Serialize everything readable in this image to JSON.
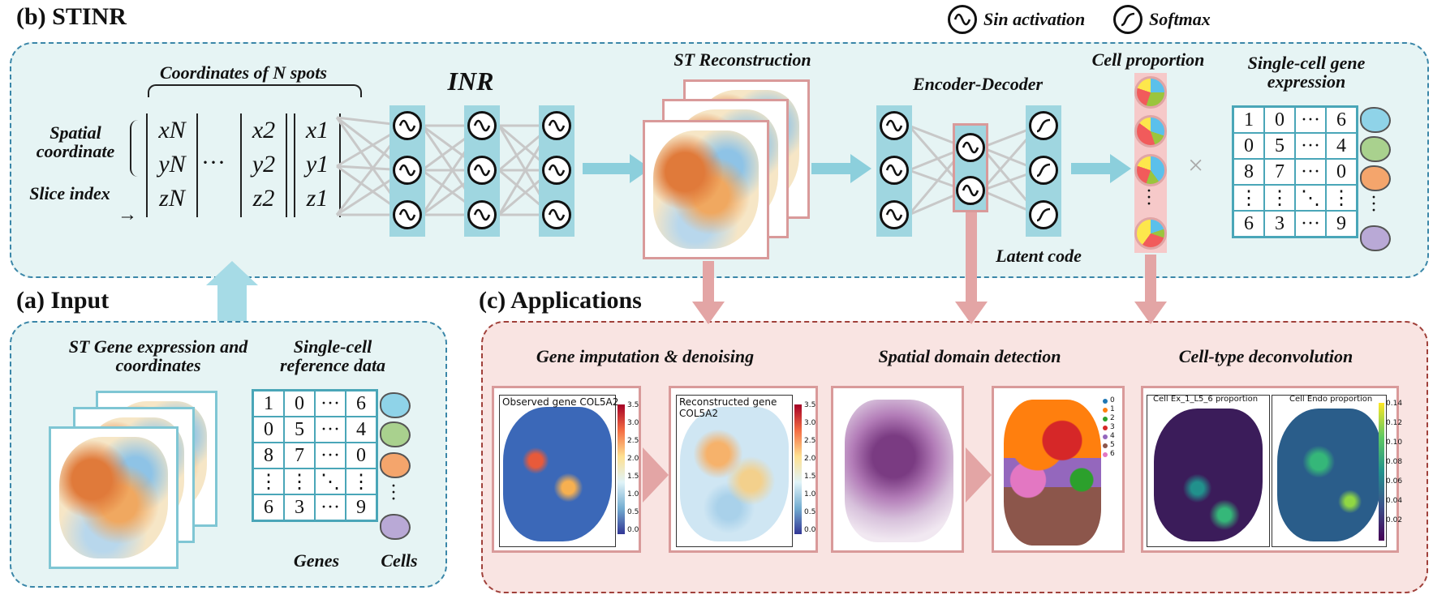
{
  "legend": {
    "sin_activation": "Sin activation",
    "softmax": "Softmax"
  },
  "panel_b": {
    "title": "(b) STINR",
    "coords_label": "Coordinates of N spots",
    "spatial_coordinate": "Spatial coordinate",
    "slice_index": "Slice index",
    "vectors": [
      {
        "x": "xN",
        "y": "yN",
        "z": "zN"
      },
      {
        "x": "x2",
        "y": "y2",
        "z": "z2"
      },
      {
        "x": "x1",
        "y": "y1",
        "z": "z1"
      }
    ],
    "ellipsis": "···",
    "inr_label": "INR",
    "st_reconstruction": "ST Reconstruction",
    "encoder_decoder": "Encoder-Decoder",
    "latent_code": "Latent code",
    "cell_proportion": "Cell proportion",
    "times": "×",
    "single_cell_expr": "Single-cell gene expression",
    "matrix": [
      [
        "1",
        "0",
        "···",
        "6"
      ],
      [
        "0",
        "5",
        "···",
        "4"
      ],
      [
        "8",
        "7",
        "···",
        "0"
      ],
      [
        "⋮",
        "⋮",
        "⋱",
        "⋮"
      ],
      [
        "6",
        "3",
        "···",
        "9"
      ]
    ]
  },
  "panel_a": {
    "title": "(a) Input",
    "st_gene_expr": "ST Gene expression and coordinates",
    "sc_reference": "Single-cell reference data",
    "matrix": [
      [
        "1",
        "0",
        "···",
        "6"
      ],
      [
        "0",
        "5",
        "···",
        "4"
      ],
      [
        "8",
        "7",
        "···",
        "0"
      ],
      [
        "⋮",
        "⋮",
        "⋱",
        "⋮"
      ],
      [
        "6",
        "3",
        "···",
        "9"
      ]
    ],
    "genes_label": "Genes",
    "cells_label": "Cells"
  },
  "panel_c": {
    "title": "(c) Applications",
    "tasks": [
      {
        "label": "Gene imputation & denoising"
      },
      {
        "label": "Spatial domain detection"
      },
      {
        "label": "Cell-type deconvolution"
      }
    ],
    "plots": {
      "observed": {
        "title": "Observed gene COL5A2",
        "ticks": [
          "3.5",
          "3.0",
          "2.5",
          "2.0",
          "1.5",
          "1.0",
          "0.5",
          "0.0"
        ]
      },
      "reconstructed": {
        "title": "Reconstructed gene COL5A2",
        "ticks": [
          "3.5",
          "3.0",
          "2.5",
          "2.0",
          "1.5",
          "1.0",
          "0.5",
          "0.0"
        ]
      },
      "domain_legend": [
        "0",
        "1",
        "2",
        "3",
        "4",
        "5",
        "6"
      ],
      "domain_colors": [
        "#1f77b4",
        "#ff7f0e",
        "#2ca02c",
        "#d62728",
        "#9467bd",
        "#8c564b",
        "#e377c2"
      ],
      "ex_prop": {
        "title": "Cell Ex_1_L5_6 proportion"
      },
      "endo_prop": {
        "title": "Cell Endo proportion",
        "ticks": [
          "0.14",
          "0.12",
          "0.10",
          "0.08",
          "0.06",
          "0.04",
          "0.02"
        ]
      }
    }
  },
  "colors": {
    "cell_icons": [
      "#8fd3e8",
      "#a9d18e",
      "#f4a56c",
      "#b9a9d6"
    ],
    "pie_slices": [
      "#5bc0eb",
      "#9bc53d",
      "#f15b5b",
      "#fde74c"
    ]
  }
}
